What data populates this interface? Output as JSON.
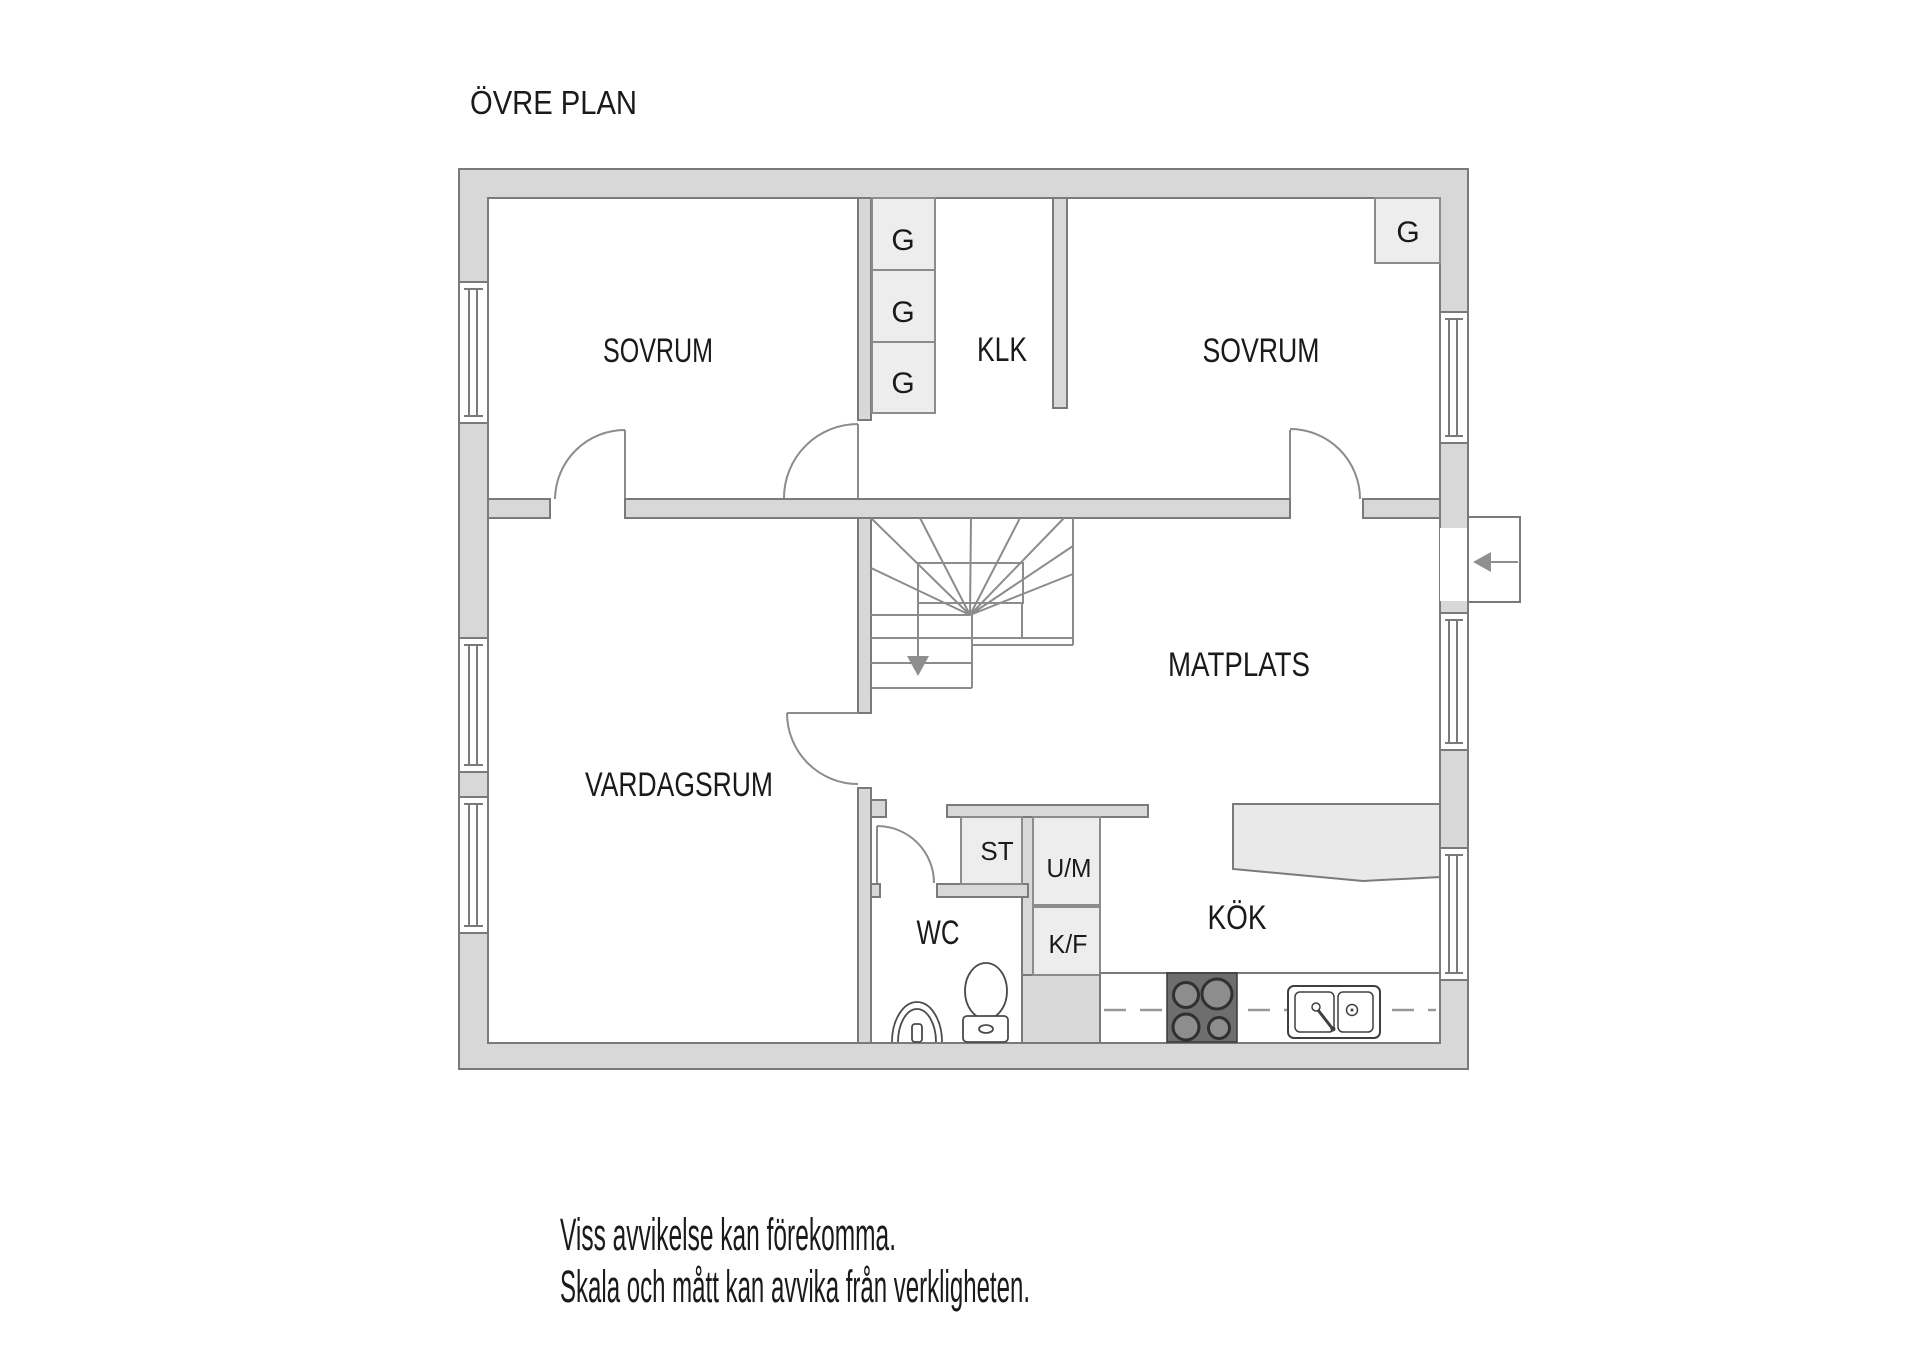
{
  "plan_title": "ÖVRE PLAN",
  "rooms": {
    "sovrum_left": {
      "label": "SOVRUM"
    },
    "klk": {
      "label": "KLK"
    },
    "sovrum_right": {
      "label": "SOVRUM"
    },
    "vardagsrum": {
      "label": "VARDAGSRUM"
    },
    "matplats": {
      "label": "MATPLATS"
    },
    "kok": {
      "label": "KÖK"
    },
    "wc": {
      "label": "WC"
    }
  },
  "fixtures": {
    "wardrobe_label": "G",
    "cleaning_closet_label": "ST",
    "oven_microwave_label": "U/M",
    "fridge_freezer_label": "K/F"
  },
  "disclaimer": {
    "line1": "Viss avvikelse kan förekomma.",
    "line2": "Skala och mått kan avvika från verkligheten."
  },
  "colors": {
    "wall_fill": "#d8d8d8",
    "wall_outline": "#7a7a7a",
    "closet_fill": "#ededed",
    "detail_line": "#8c8c8c",
    "stove_fill": "#6e6e6e",
    "text": "#1a1a1a"
  }
}
